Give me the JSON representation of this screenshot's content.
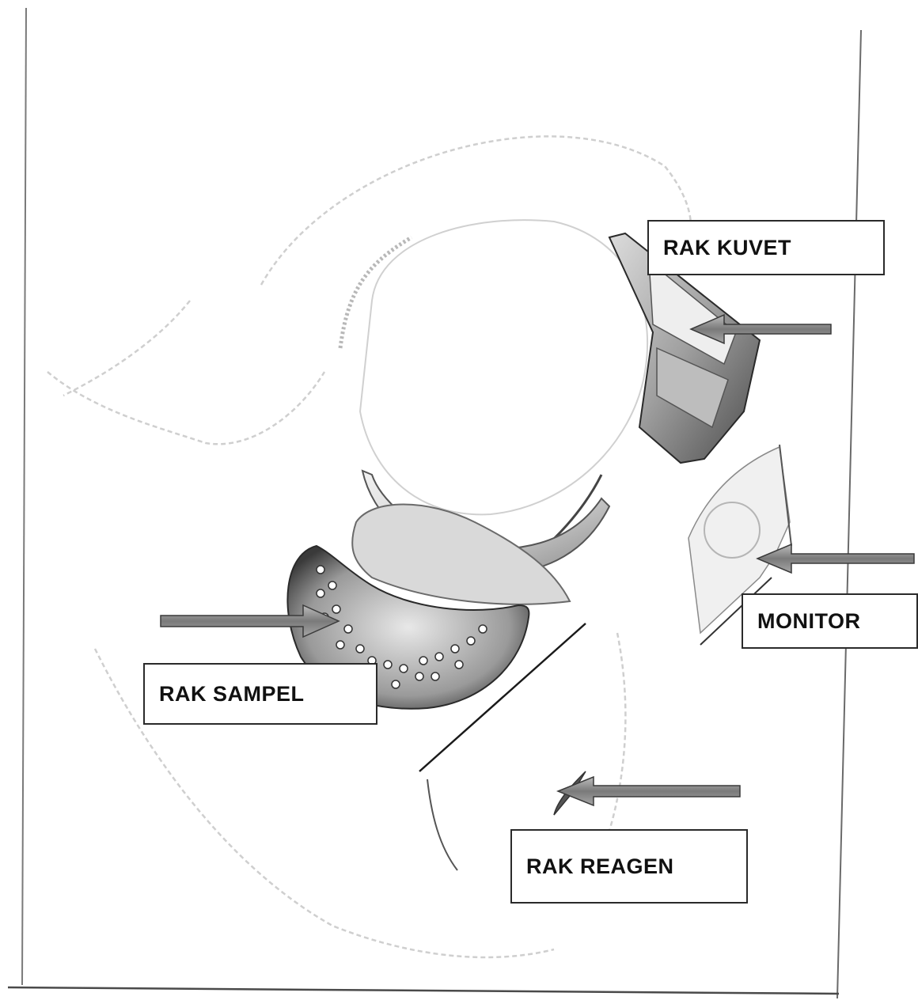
{
  "labels": {
    "rak_kuvet": "RAK KUVET",
    "monitor": "MONITOR",
    "rak_sampel": "RAK SAMPEL",
    "rak_reagen": "RAK REAGEN"
  },
  "colors": {
    "arrow_fill": "#8c8c8c",
    "line": "#2a2a2a",
    "sketch": "#c8c8c8",
    "tray": "#6e6e6e"
  }
}
